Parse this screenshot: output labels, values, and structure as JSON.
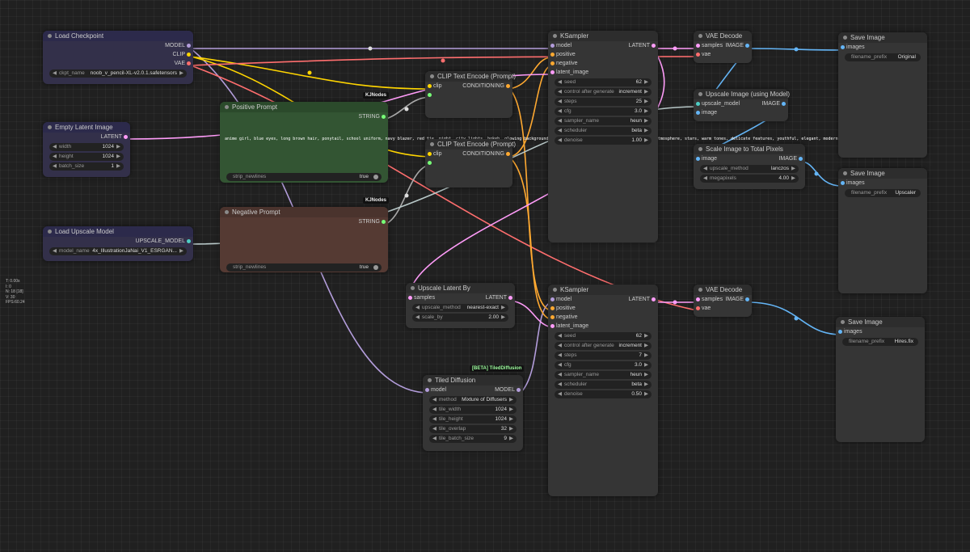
{
  "colors": {
    "model": "#b39ddb",
    "clip": "#ffd500",
    "vae": "#ff6e6e",
    "latent": "#ff9cf9",
    "conditioning": "#ffa931",
    "image": "#64b5f6",
    "string": "#77ff77",
    "upscale_model": "#4ecdc4"
  },
  "stats": [
    "T: 0.00s",
    "I: 0",
    "N: 18 [18]",
    "V: 30",
    "FPS:60.24"
  ],
  "load_checkpoint": {
    "title": "Load Checkpoint",
    "outputs": [
      "MODEL",
      "CLIP",
      "VAE"
    ],
    "ckpt_label": "ckpt_name",
    "ckpt_value": "noob_v_pencil-XL-v2.0.1.safetensors"
  },
  "empty_latent": {
    "title": "Empty Latent Image",
    "output": "LATENT",
    "widgets": [
      {
        "label": "width",
        "value": "1024"
      },
      {
        "label": "height",
        "value": "1024"
      },
      {
        "label": "batch_size",
        "value": "1"
      }
    ]
  },
  "load_upscale_model": {
    "title": "Load Upscale Model",
    "output": "UPSCALE_MODEL",
    "model_label": "model_name",
    "model_value": "4x_IllustrationJaNai_V1_ESRGAN..."
  },
  "positive_prompt": {
    "badge": "KJNodes",
    "title": "Positive Prompt",
    "output": "STRING",
    "text": "anime girl, blue eyes, long brown hair, ponytail, school uniform, navy blazer, red tie, night, city lights, bokeh, glowing background, soft lighting, cinematic lighting, dreamy atmosphere, stars, warm tones, delicate features, youthful, elegant, modern, cinematic,",
    "toggle_label": "strip_newlines",
    "toggle_value": "true"
  },
  "negative_prompt": {
    "badge": "KJNodes",
    "title": "Negative Prompt",
    "output": "STRING",
    "toggle_label": "strip_newlines",
    "toggle_value": "true"
  },
  "clip_encode_1": {
    "title": "CLIP Text Encode (Prompt)",
    "input": "clip",
    "output": "CONDITIONING"
  },
  "clip_encode_2": {
    "title": "CLIP Text Encode (Prompt)",
    "input": "clip",
    "output": "CONDITIONING"
  },
  "ksampler_1": {
    "title": "KSampler",
    "inputs": [
      "model",
      "positive",
      "negative",
      "latent_image"
    ],
    "output": "LATENT",
    "widgets": [
      {
        "label": "seed",
        "value": "62"
      },
      {
        "label": "control after generate",
        "value": "increment"
      },
      {
        "label": "steps",
        "value": "25"
      },
      {
        "label": "cfg",
        "value": "3.0"
      },
      {
        "label": "sampler_name",
        "value": "heun"
      },
      {
        "label": "scheduler",
        "value": "beta"
      },
      {
        "label": "denoise",
        "value": "1.00"
      }
    ]
  },
  "ksampler_2": {
    "title": "KSampler",
    "inputs": [
      "model",
      "positive",
      "negative",
      "latent_image"
    ],
    "output": "LATENT",
    "widgets": [
      {
        "label": "seed",
        "value": "62"
      },
      {
        "label": "control after generate",
        "value": "increment"
      },
      {
        "label": "steps",
        "value": "7"
      },
      {
        "label": "cfg",
        "value": "3.0"
      },
      {
        "label": "sampler_name",
        "value": "heun"
      },
      {
        "label": "scheduler",
        "value": "beta"
      },
      {
        "label": "denoise",
        "value": "0.50"
      }
    ]
  },
  "vae_decode_1": {
    "title": "VAE Decode",
    "inputs": [
      "samples",
      "vae"
    ],
    "output": "IMAGE"
  },
  "vae_decode_2": {
    "title": "VAE Decode",
    "inputs": [
      "samples",
      "vae"
    ],
    "output": "IMAGE"
  },
  "upscale_image_model": {
    "title": "Upscale Image (using Model)",
    "inputs": [
      "upscale_model",
      "image"
    ],
    "output": "IMAGE"
  },
  "scale_total_pixels": {
    "title": "Scale Image to Total Pixels",
    "input": "image",
    "output": "IMAGE",
    "widgets": [
      {
        "label": "upscale_method",
        "value": "lanczos"
      },
      {
        "label": "megapixels",
        "value": "4.00"
      }
    ]
  },
  "upscale_latent_by": {
    "title": "Upscale Latent By",
    "input": "samples",
    "output": "LATENT",
    "widgets": [
      {
        "label": "upscale_method",
        "value": "nearest-exact"
      },
      {
        "label": "scale_by",
        "value": "2.00"
      }
    ]
  },
  "tiled_diffusion": {
    "badge": "[BETA] TiledDiffusion",
    "title": "Tiled Diffusion",
    "input": "model",
    "output": "MODEL",
    "widgets": [
      {
        "label": "method",
        "value": "Mixture of Diffusers"
      },
      {
        "label": "tile_width",
        "value": "1024"
      },
      {
        "label": "tile_height",
        "value": "1024"
      },
      {
        "label": "tile_overlap",
        "value": "32"
      },
      {
        "label": "tile_batch_size",
        "value": "9"
      }
    ]
  },
  "save_image_1": {
    "title": "Save Image",
    "input": "images",
    "prefix_label": "filename_prefix",
    "prefix_value": "Original"
  },
  "save_image_2": {
    "title": "Save Image",
    "input": "images",
    "prefix_label": "filename_prefix",
    "prefix_value": "Upscaler"
  },
  "save_image_3": {
    "title": "Save Image",
    "input": "images",
    "prefix_label": "filename_prefix",
    "prefix_value": "Hires.fix"
  }
}
